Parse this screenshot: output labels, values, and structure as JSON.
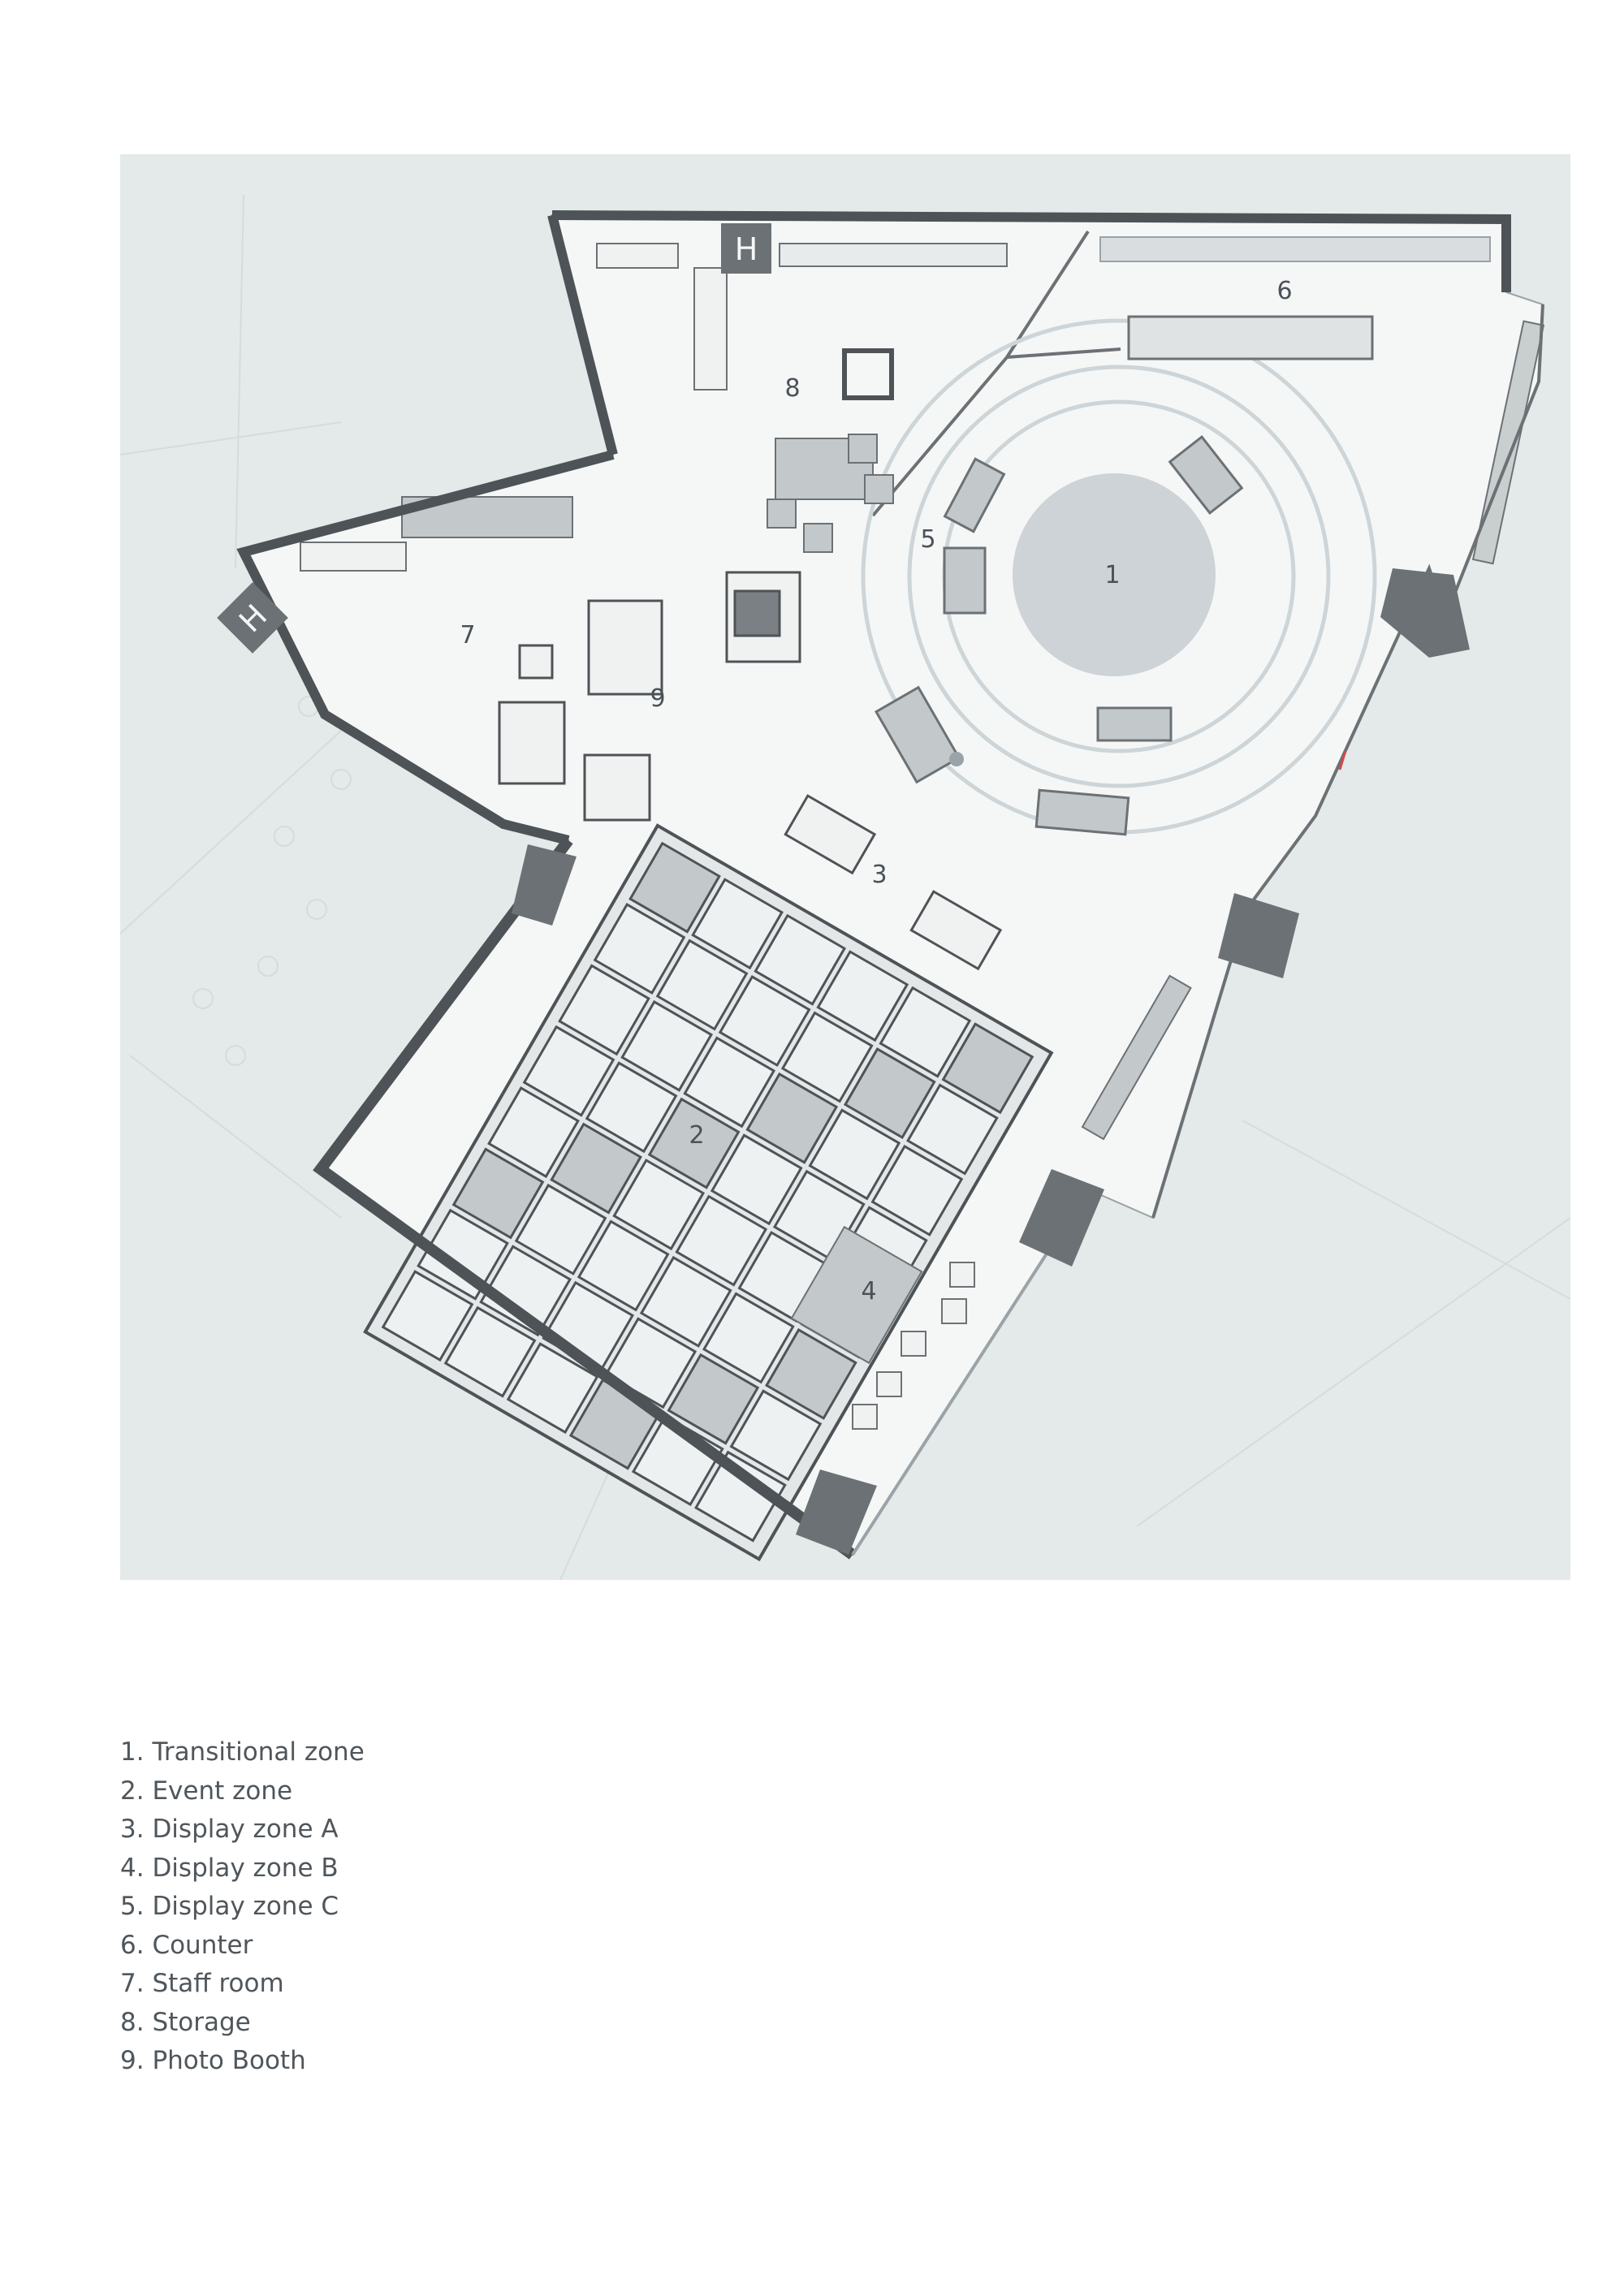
{
  "colors": {
    "panel_background": "#e4e9ea",
    "floor": "#f5f7f7",
    "wall": "#4e5357",
    "pillar": "#6c7175",
    "fixture_fill": "#c3c8ca",
    "thin_line": "#9aa3a7",
    "ring": "#cdd5d8",
    "text": "#4f565b",
    "accent_red": "#d04a4a"
  },
  "stair_symbols": [
    "H",
    "H"
  ],
  "zone_markers": [
    "1",
    "2",
    "3",
    "4",
    "5",
    "6",
    "7",
    "8",
    "9"
  ],
  "legend": [
    {
      "number": "1.",
      "label": "Transitional zone"
    },
    {
      "number": "2.",
      "label": "Event zone"
    },
    {
      "number": "3.",
      "label": "Display zone A"
    },
    {
      "number": "4.",
      "label": "Display zone B"
    },
    {
      "number": "5.",
      "label": "Display zone C"
    },
    {
      "number": "6.",
      "label": "Counter"
    },
    {
      "number": "7.",
      "label": "Staff room"
    },
    {
      "number": "8.",
      "label": "Storage"
    },
    {
      "number": "9.",
      "label": "Photo Booth"
    }
  ]
}
